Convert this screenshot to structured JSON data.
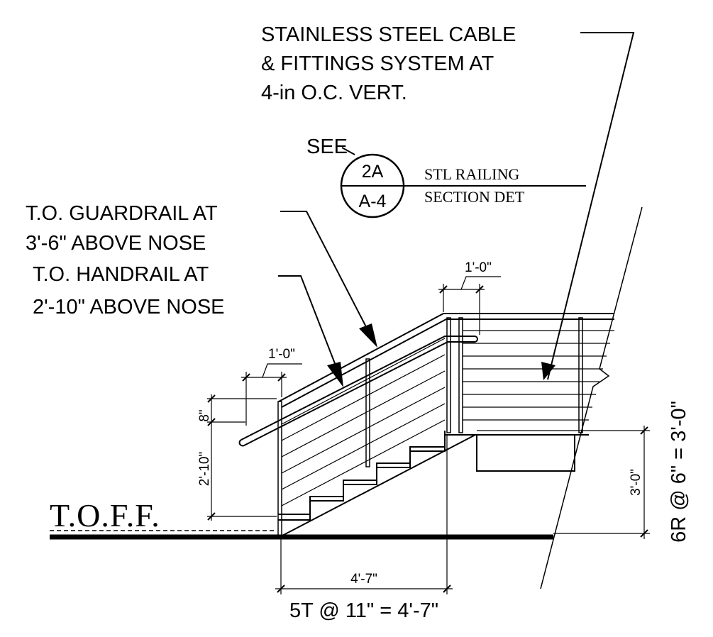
{
  "callouts": {
    "cable_line1": "STAINLESS STEEL CABLE",
    "cable_line2": "& FITTINGS SYSTEM AT",
    "cable_line3": "4-in O.C. VERT.",
    "guardrail_line1": "T.O. GUARDRAIL AT",
    "guardrail_line2": "3'-6\" ABOVE NOSE",
    "handrail_line1": "T.O. HANDRAIL AT",
    "handrail_line2": "2'-10\" ABOVE NOSE",
    "see": "SEE"
  },
  "detail_reference": {
    "number": "2A",
    "sheet": "A-4",
    "title_line1": "STL RAILING",
    "title_line2": "SECTION DET"
  },
  "level": {
    "name": "T.O.F.F."
  },
  "dimensions": {
    "top_extension": "1'-0\"",
    "bottom_extension": "1'-0\"",
    "handrail_offset": "8\"",
    "handrail_height": "2'-10\"",
    "run": "4'-7\"",
    "rise": "3'-0\"",
    "treads_note": "5T @ 11\" = 4'-7\"",
    "risers_note": "6R @ 6\" = 3'-0\""
  },
  "colors": {
    "ink": "#000000",
    "paper": "#ffffff"
  }
}
